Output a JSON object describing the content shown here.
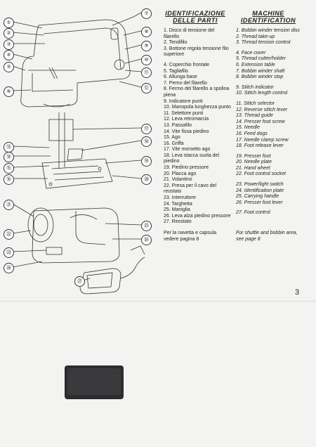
{
  "headings": {
    "it_line1": "IDENTIFICAZIONE",
    "it_line2": "DELLE PARTI",
    "en_line1": "MACHINE",
    "en_line2": "IDENTIFICATION"
  },
  "callouts": [
    "①",
    "②",
    "③",
    "④",
    "⑤",
    "⑥",
    "⑦",
    "⑧",
    "⑨",
    "⑩",
    "⑪",
    "⑫",
    "⑬",
    "⑭",
    "⑮",
    "⑯",
    "⑰",
    "⑱",
    "⑲",
    "⑳",
    "㉑",
    "㉒",
    "㉓",
    "㉔",
    "㉕",
    "㉖",
    "㉗"
  ],
  "italian": [
    "1. Disco di tensione del filarello",
    "2. Tendifilo",
    "3. Bottone regola tensione filo superiore",
    "4. Coperchio frontale",
    "5. Tagliafilo",
    "6. Allunga base",
    "7. Perno del filarello",
    "8. Fermo del filarello a spolina piena",
    "9. Indicatore punti",
    "10. Manopola lunghezza punto",
    "11. Selettore punti",
    "12. Leva retromarcia",
    "13. Passafilo",
    "14. Vite fissa piedino",
    "15. Ago",
    "16. Griffa",
    "17. Vite morsetto ago",
    "18. Leva stacca suola del piedino",
    "19. Piedino pressore",
    "20. Placca ago",
    "21. Volantino",
    "22. Presa per il cavo del reostato",
    "23. Interruttore",
    "24. Targhetta",
    "25. Maniglia",
    "26. Leva alza piedino pressore",
    "27. Reostato"
  ],
  "english": [
    "1. Bobbin winder tension disc",
    "2. Thread take-up",
    "3. Thread tension control",
    "4. Face cover",
    "5. Thread cutter/holder",
    "6. Extension table",
    "7. Bobbin winder shaft",
    "8. Bobbin winder stop",
    "9. Stitch indicator",
    "10. Stitch length control",
    "11. Stitch selector",
    "12. Reverse stitch lever",
    "13. Thread guide",
    "14. Presser foot screw",
    "15. Needle",
    "16. Feed dogs",
    "17. Needle clamp screw",
    "18. Foot release lever",
    "19. Presser foot",
    "20. Needle plate",
    "21. Hand wheel",
    "22. Foot control socket",
    "23. Power/light switch",
    "24. Identification plate",
    "25. Carrying handle",
    "26. Presser foot lever",
    "27. Foot control"
  ],
  "notes": {
    "it": "Per la navetta e capsula vedere pagina 8",
    "en": "For shuttle and bobbin area, see page 8"
  },
  "page_number": "3"
}
